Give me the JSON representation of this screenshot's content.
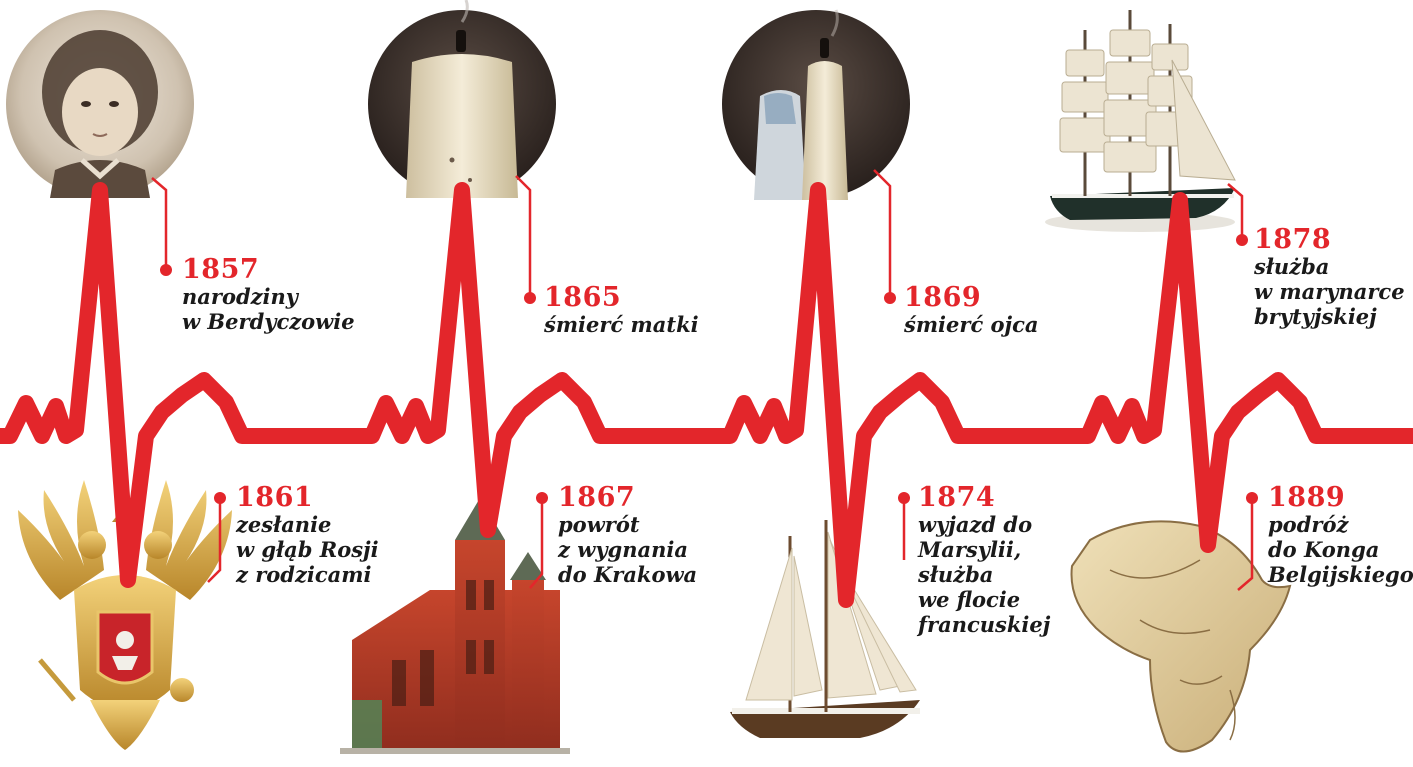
{
  "colors": {
    "accent": "#e3262b",
    "text": "#1a1a1a",
    "background": "#ffffff"
  },
  "events": [
    {
      "year": "1857",
      "text": "narodziny\nw Berdyczowie",
      "image": "child-portrait"
    },
    {
      "year": "1861",
      "text": "zesłanie\nw głąb Rosji\nz rodzicami",
      "image": "russian-coat-of-arms"
    },
    {
      "year": "1865",
      "text": "śmierć matki",
      "image": "extinguished-candle"
    },
    {
      "year": "1867",
      "text": "powrót\nz wygnania\ndo Krakowa",
      "image": "st-marys-basilica-krakow"
    },
    {
      "year": "1869",
      "text": "śmierć ojca",
      "image": "two-extinguished-candles"
    },
    {
      "year": "1874",
      "text": "wyjazd do\nMarsylii,\nsłużba\nwe flocie\nfrancuskiej",
      "image": "schooner-ship"
    },
    {
      "year": "1878",
      "text": "służba\nw marynarce\nbrytyjskiej",
      "image": "tall-ship"
    },
    {
      "year": "1889",
      "text": "podróż\ndo Konga\nBelgijskiego",
      "image": "africa-map"
    }
  ]
}
